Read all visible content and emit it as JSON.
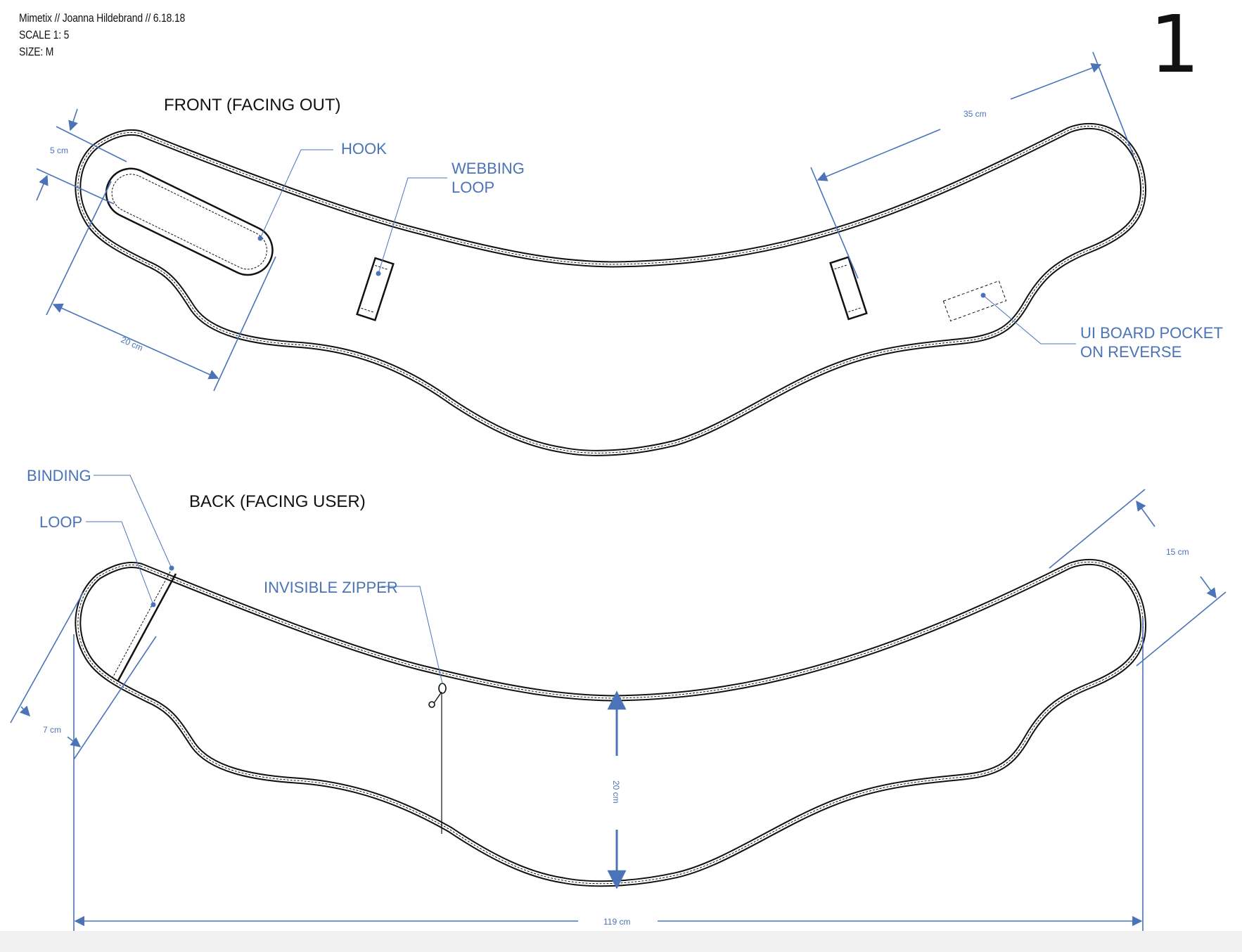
{
  "header": {
    "line1": "Mimetix  // Joanna Hildebrand  // 6.18.18",
    "line2": "SCALE 1: 5",
    "line3": "SIZE: M",
    "page_number": "1"
  },
  "front": {
    "title": "FRONT (FACING OUT)",
    "labels": {
      "hook": "HOOK",
      "webbing_1": "WEBBING",
      "webbing_2": "LOOP",
      "pocket_1": "UI BOARD POCKET",
      "pocket_2": "ON REVERSE"
    },
    "dims": {
      "width_end": "5 cm",
      "hook_length": "20 cm",
      "end_span": "35 cm"
    }
  },
  "back": {
    "title": "BACK (FACING USER)",
    "labels": {
      "binding": "BINDING",
      "loop": "LOOP",
      "zipper": "INVISIBLE ZIPPER"
    },
    "dims": {
      "loop_length": "7 cm",
      "end_span": "15 cm",
      "height": "20 cm",
      "total_width": "119 cm"
    }
  },
  "colors": {
    "annotation": "#4a73b8",
    "outline": "#111111",
    "dimension": "#4a73b8"
  }
}
